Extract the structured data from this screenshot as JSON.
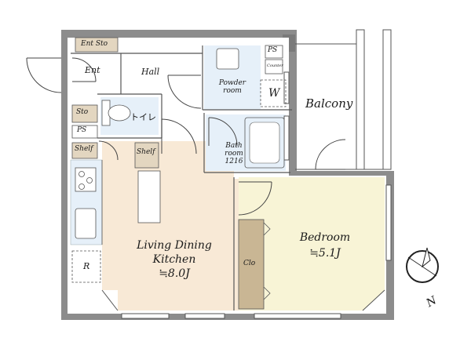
{
  "rooms": {
    "ent_storage": "Ent Sto",
    "entrance": "Ent",
    "hall": "Hall",
    "powder_room": [
      "Powder",
      "room"
    ],
    "washer": "W",
    "ps_top": "PS",
    "counter": "Counter",
    "balcony": "Balcony",
    "storage": "Sto",
    "ps_mid": "PS",
    "toilet": "トイレ",
    "shelf_left": "Shelf",
    "shelf_right": "Shelf",
    "bathroom": [
      "Bath",
      "room",
      "1216"
    ],
    "ldk": [
      "Living Dining",
      "Kitchen",
      "≒8.0J"
    ],
    "bedroom": [
      "Bedroom",
      "≒5.1J"
    ],
    "closet": "Clo",
    "refrigerator": "R"
  },
  "compass": {
    "label": "N"
  },
  "colors": {
    "wall": "#8c8c8c",
    "ldk_floor": "#f8e9d6",
    "bedroom_floor": "#f8f4d6",
    "wet_floor": "#e6f0f9",
    "storage_fill": "#e3d6c0",
    "closet_fill": "#c9b694"
  }
}
